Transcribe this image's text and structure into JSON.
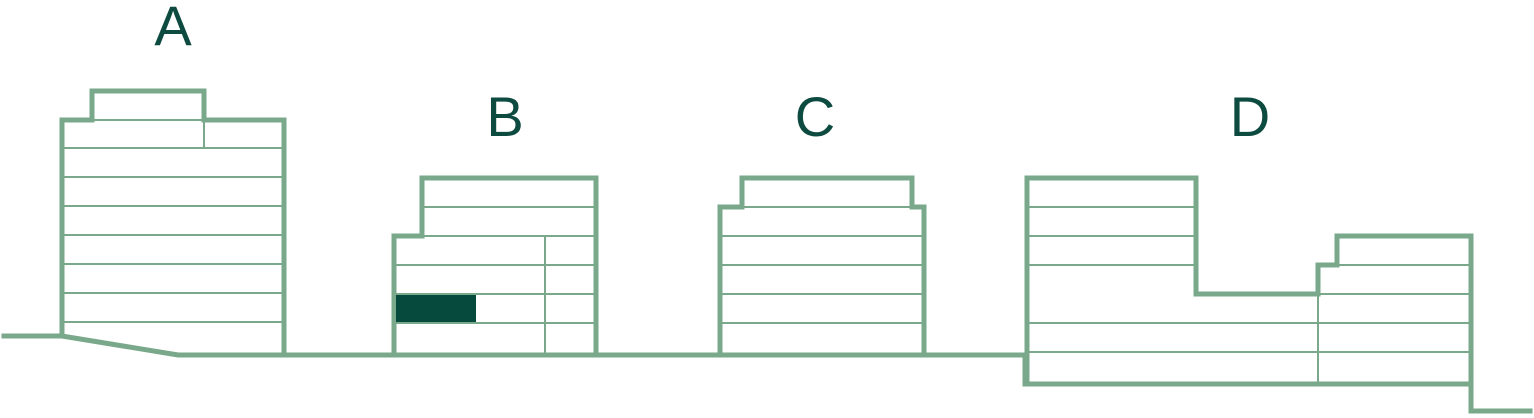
{
  "buildings": [
    {
      "label": "A"
    },
    {
      "label": "B"
    },
    {
      "label": "C"
    },
    {
      "label": "D"
    }
  ],
  "colors": {
    "outline": "#7aa88b",
    "text": "#0d4a3f",
    "highlight": "#064a3e",
    "background": "#ffffff"
  }
}
